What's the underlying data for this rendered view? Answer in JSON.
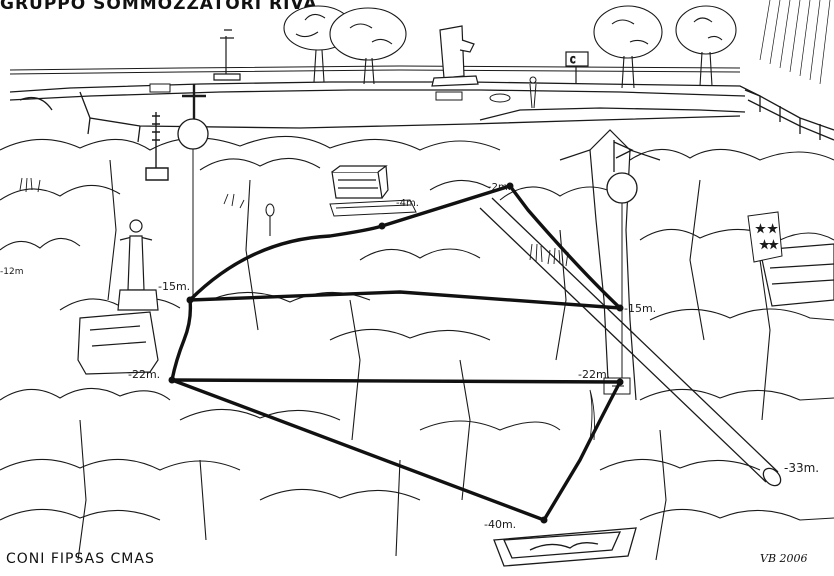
{
  "header": {
    "title": "GRUPPO SOMMOZZATORI RIVA"
  },
  "footer": {
    "organizations": "CONI FIPSAS CMAS",
    "signature": "VB 2006"
  },
  "signage": {
    "shore_sign": "C"
  },
  "depth_labels": {
    "side_12": "-12m",
    "left_15": "-15m.",
    "buoy_right_15": "-15m.",
    "top_2": "-2m.",
    "platform_4": "-4m.",
    "left_22": "-22m.",
    "right_22": "-22m.",
    "pipe_33": "-33m.",
    "bottom_40": "-40m."
  },
  "colors": {
    "ink": "#1a1a1a",
    "paper": "#ffffff",
    "route": "#111111"
  }
}
